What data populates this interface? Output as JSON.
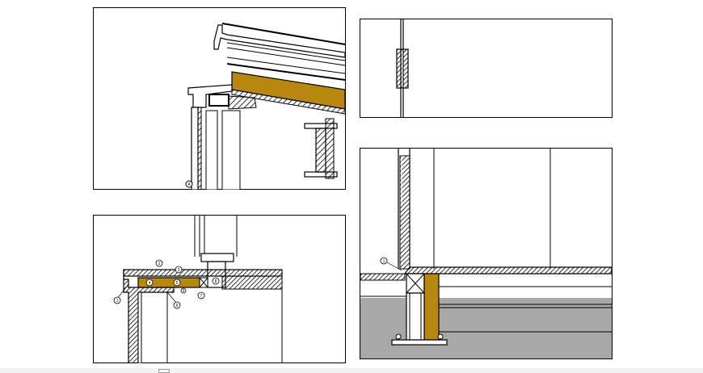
{
  "drawing": {
    "colors": {
      "line": "#000000",
      "insulation": "#b8870f",
      "ground": "#a8a8a8",
      "background": "#ffffff"
    },
    "callouts": {
      "panel_a": [
        "A"
      ],
      "panel_c": [
        "1",
        "2",
        "3",
        "4",
        "5",
        "6",
        "7",
        "8",
        "9"
      ],
      "panel_d": [
        "1"
      ]
    }
  }
}
